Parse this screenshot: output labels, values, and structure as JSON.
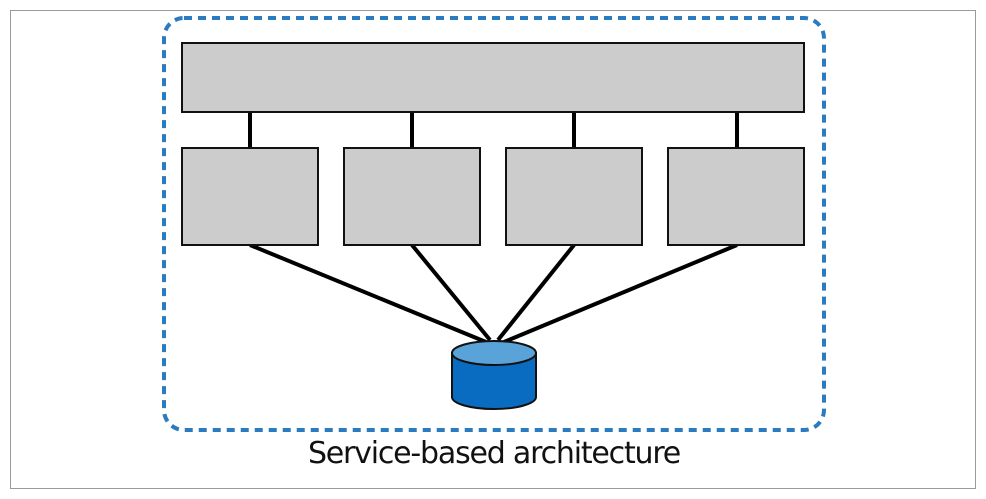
{
  "caption": "Service-based architecture",
  "colors": {
    "box_fill": "#cccccc",
    "box_stroke": "#111111",
    "boundary": "#2a7bbf",
    "db_body": "#0a6cc0",
    "db_top": "#5aa3d8",
    "connector": "#000000"
  },
  "diagram": {
    "user_interface": {
      "label": "",
      "icon": "rectangle"
    },
    "services": [
      {
        "label": "",
        "icon": "rectangle"
      },
      {
        "label": "",
        "icon": "rectangle"
      },
      {
        "label": "",
        "icon": "rectangle"
      },
      {
        "label": "",
        "icon": "rectangle"
      }
    ],
    "database": {
      "label": "",
      "icon": "database-cylinder-icon"
    }
  }
}
